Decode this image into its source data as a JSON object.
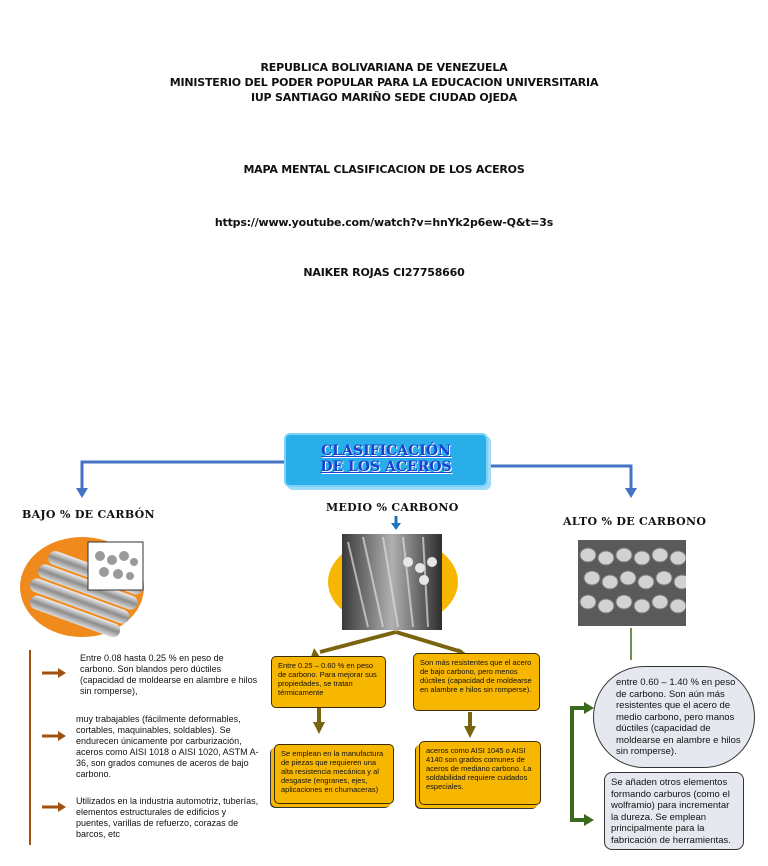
{
  "header": {
    "line1": "REPUBLICA BOLIVARIANA DE VENEZUELA",
    "line2": "MINISTERIO DEL PODER POPULAR PARA LA EDUCACION UNIVERSITARIA",
    "line3": "IUP SANTIAGO MARIÑO SEDE CIUDAD OJEDA",
    "subject": "MAPA MENTAL CLASIFICACION DE LOS ACEROS",
    "url": "https://www.youtube.com/watch?v=hnYk2p6ew-Q&t=3s",
    "author": "NAIKER ROJAS CI27758660"
  },
  "map": {
    "center_line1": "CLASIFICACIÓN",
    "center_line2": "DE LOS ACEROS",
    "colors": {
      "center": "#29aeea",
      "connector": "#4472c4",
      "yellow_box": "#f7b600",
      "orange_circle": "#f08a1c",
      "arrow_brown": "#a0500f",
      "arrow_olive": "#7a6410",
      "arrow_green": "#3c6a1c"
    },
    "low": {
      "title": "BAJO % DE CARBÓN",
      "items": [
        "Entre 0.08 hasta 0.25 % en peso de carbono. Son blandos pero dúctiles (capacidad de moldearse en alambre e hilos sin romperse),",
        "muy trabajables (fácilmente deformables, cortables, maquinables, soldables). Se endurecen únicamente por carburización, aceros como AISI 1018 o AISI 1020, ASTM A-36, son grados comunes de aceros de bajo carbono.",
        "Utilizados en la industria automotriz, tuberías, elementos estructurales de edificios y puentes, varillas de refuerzo, corazas de barcos, etc"
      ]
    },
    "medium": {
      "title": "MEDIO % CARBONO",
      "box1": "Entre 0.25 – 0.60 % en peso de carbono. Para mejorar sus propiedades, se tratan térmicamente",
      "box2": "Son más resistentes que el acero de bajo carbono, pero menos dúctiles (capacidad de moldearse en alambre e hilos sin romperse).",
      "box3": "Se emplean en la manufactura de piezas que requieren una alta resistencia mecánica y al desgaste (engranes, ejes, aplicaciones en chumaceras)",
      "box4": "aceros como AISI 1045 o AISI 4140 son grados comunes de aceros de mediano carbono. La soldabilidad requiere cuidados especiales."
    },
    "high": {
      "title": "ALTO  % DE CARBONO",
      "box1": "entre 0.60 – 1.40 % en peso de carbono. Son aún más resistentes que el acero de medio carbono, pero manos dúctiles (capacidad de moldearse en alambre e hilos sin romperse).",
      "box2": "Se añaden otros elementos formando carburos (como el wolframio) para incrementar la dureza. Se emplean principalmente para la fabricación de herramientas."
    }
  }
}
